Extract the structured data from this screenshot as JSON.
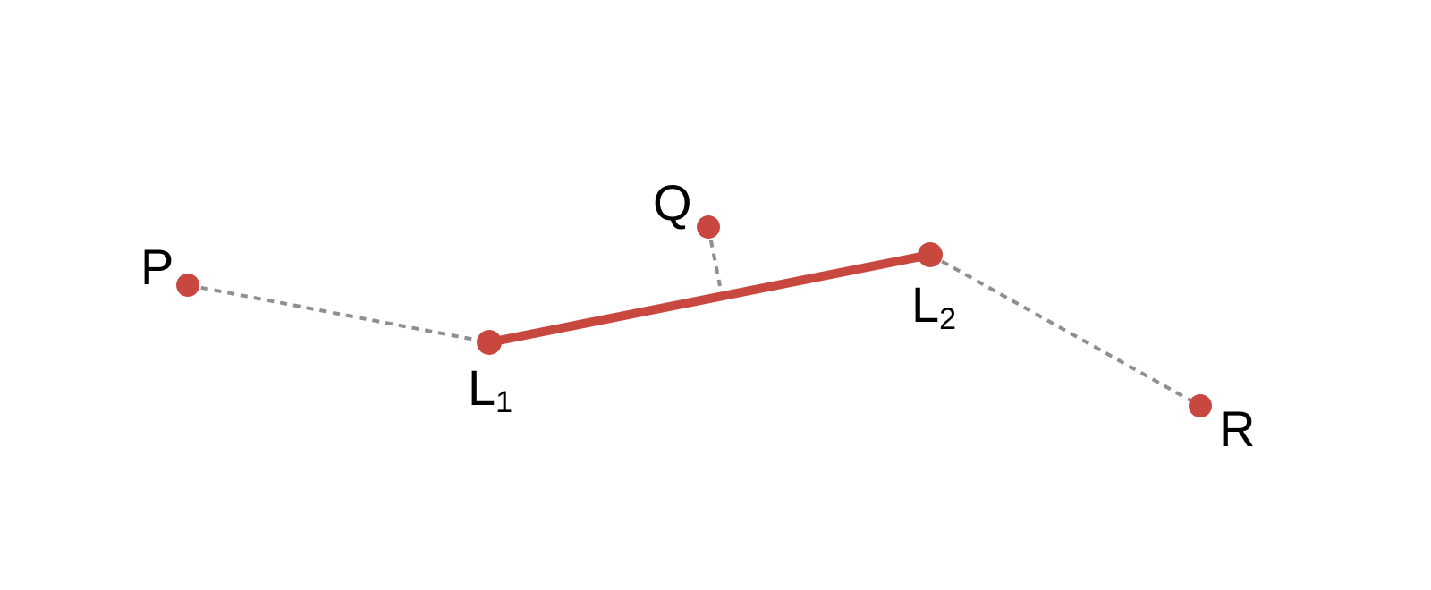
{
  "colors": {
    "segment": "#c8483f",
    "point": "#c8483f",
    "dashed": "#8f8f8f",
    "label": "#000000",
    "background": "#ffffff"
  },
  "diagram": {
    "segment": {
      "from": "L1",
      "to": "L2"
    },
    "points": {
      "P": {
        "letter": "P",
        "subscript": ""
      },
      "Q": {
        "letter": "Q",
        "subscript": ""
      },
      "R": {
        "letter": "R",
        "subscript": ""
      },
      "L1": {
        "letter": "L",
        "subscript": "1"
      },
      "L2": {
        "letter": "L",
        "subscript": "2"
      }
    }
  }
}
